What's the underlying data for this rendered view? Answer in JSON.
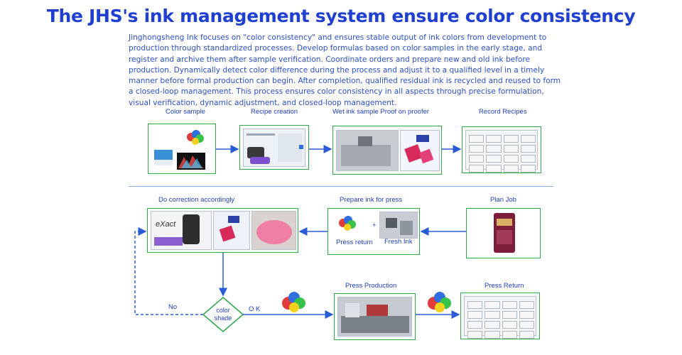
{
  "title": "The JHS's ink management system ensure color consistency",
  "intro": "Jinghongsheng Ink focuses on \"color consistency\" and ensures stable output of ink colors from development to production through standardized processes. Develop formulas based on color samples in the early stage, and register and archive them after sample verification. Coordinate orders and prepare new and old ink before production. Dynamically detect color difference during the process and adjust it to a qualified level in a timely manner before formal production can begin. After completion, qualified residual ink is recycled and reused to form a closed-loop management. This process ensures color consistency in all aspects through precise formulation, visual verification, dynamic adjustment, and closed-loop management.",
  "steps": {
    "color_sample": "Color sample",
    "recipe_creation": "Recipe creation",
    "wet_ink_proof": "Wet ink sample Proof on proofer",
    "record_recipes": "Record Recipes",
    "do_correction": "Do correction accordingly",
    "prepare_ink": "Prepare ink for press",
    "plan_job": "Plan Job",
    "press_production": "Press Production",
    "press_return": "Press Return"
  },
  "prepare_ink_labels": {
    "press_return": "Press return",
    "plus": "+",
    "fresh_ink": "Fresh Ink"
  },
  "decision": {
    "label_line1": "color",
    "label_line2": "shade",
    "no": "No",
    "ok": "O K"
  },
  "colors": {
    "title": "#1f3fd1",
    "text": "#2b4fc7",
    "box_border": "#2ea84a",
    "arrow": "#2a5bd7",
    "divider": "#8fb4e6"
  }
}
